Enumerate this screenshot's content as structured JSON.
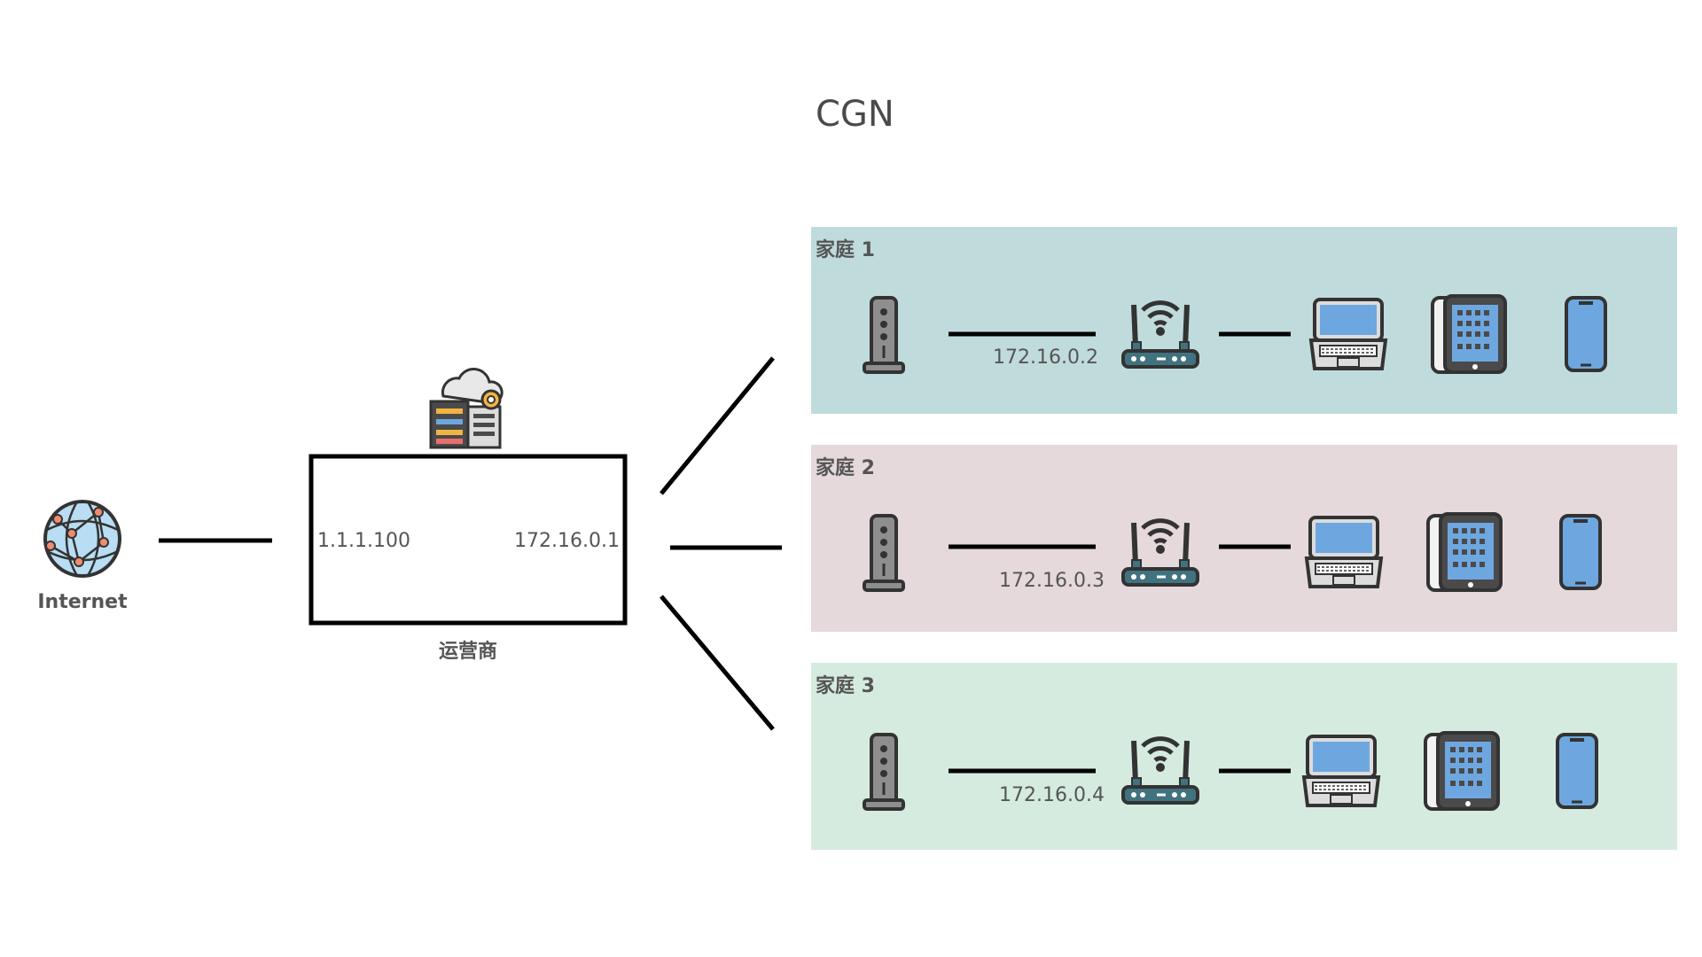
{
  "title": "CGN",
  "internet": {
    "label": "Internet",
    "icon": "globe-network-icon"
  },
  "isp": {
    "label": "运营商",
    "icon": "server-cloud-gear-icon",
    "ip_public": "1.1.1.100",
    "ip_private": "172.16.0.1"
  },
  "homes": [
    {
      "title": "家庭 1",
      "wan_ip": "172.16.0.2",
      "color": "#c0dbdc"
    },
    {
      "title": "家庭 2",
      "wan_ip": "172.16.0.3",
      "color": "#e5d9dc"
    },
    {
      "title": "家庭 3",
      "wan_ip": "172.16.0.4",
      "color": "#d5ebdf"
    }
  ],
  "device_icons": [
    "modem-icon",
    "wifi-router-icon",
    "laptop-icon",
    "tablet-icon",
    "smartphone-icon"
  ],
  "colors": {
    "line": "#000000",
    "device_blue": "#6ea7e0",
    "device_dark": "#4a4a4a",
    "router_teal": "#41727f"
  }
}
